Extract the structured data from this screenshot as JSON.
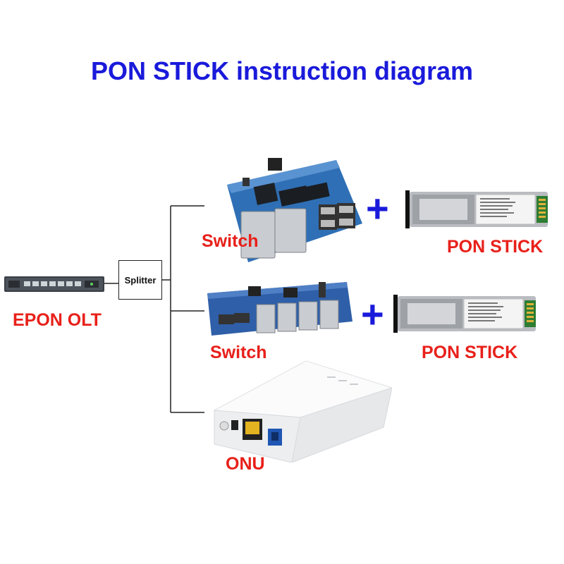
{
  "title": "PON STICK instruction diagram",
  "nodes": {
    "olt": {
      "label": "EPON OLT"
    },
    "splitter": {
      "label": "Splitter"
    },
    "switch_1": {
      "label": "Switch"
    },
    "switch_2": {
      "label": "Switch"
    },
    "onu": {
      "label": "ONU"
    },
    "pon_stick_1": {
      "label": "PON STICK"
    },
    "pon_stick_2": {
      "label": "PON STICK"
    }
  },
  "plus_sign": "+",
  "colors": {
    "title": "#1a1adb",
    "labels": "#e8201a",
    "plus": "#1a1adb",
    "lines": "#222222"
  }
}
